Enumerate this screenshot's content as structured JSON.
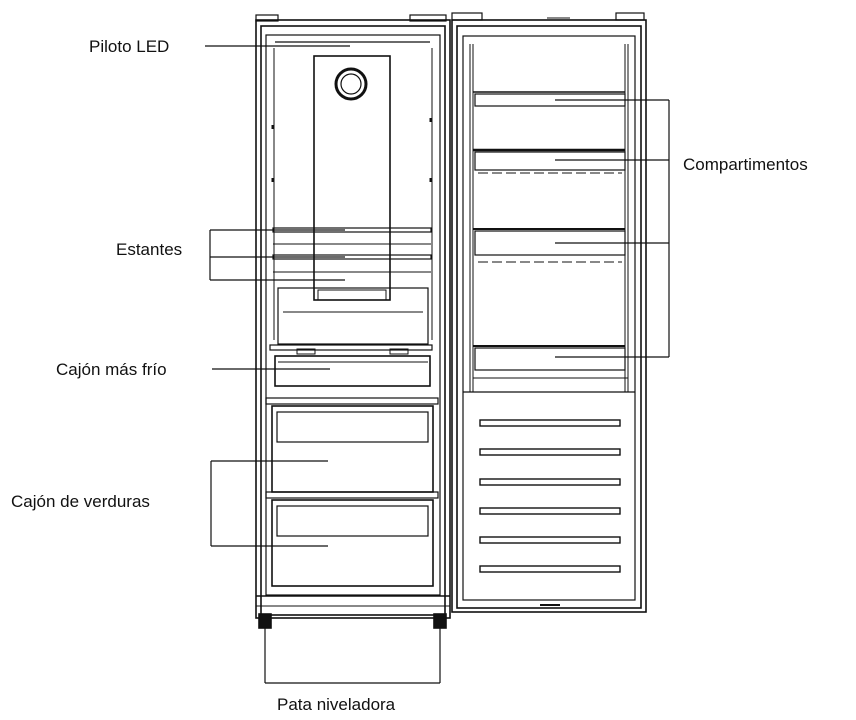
{
  "labels": {
    "piloto_led": "Piloto LED",
    "estantes": "Estantes",
    "cajon_frio": "Cajón más frío",
    "cajon_verduras": "Cajón de verduras",
    "compartimentos": "Compartimentos",
    "pata_niveladora": "Pata niveladora"
  },
  "colors": {
    "line": "#111111",
    "background": "#ffffff"
  }
}
